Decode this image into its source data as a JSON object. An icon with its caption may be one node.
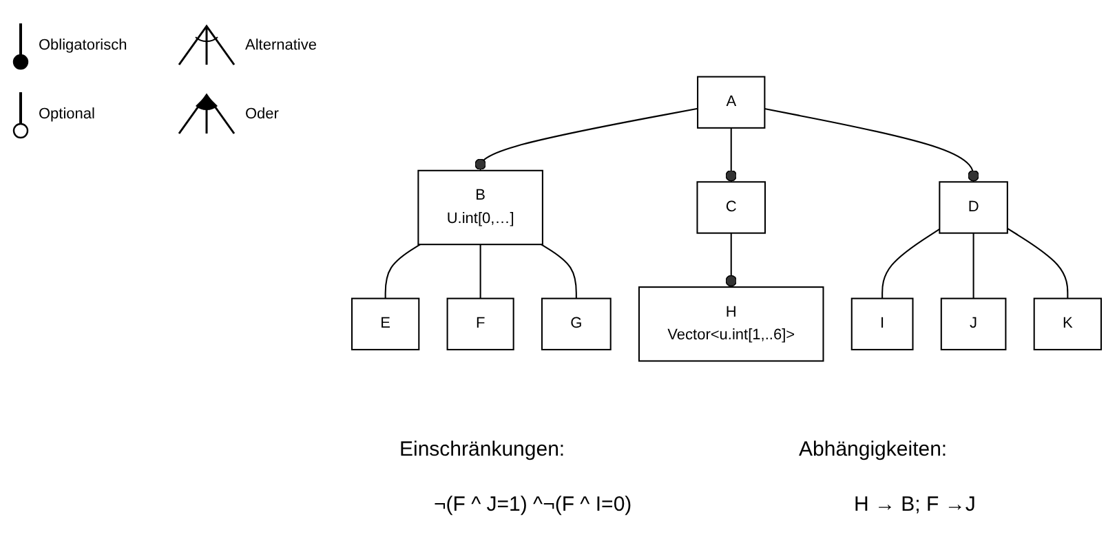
{
  "diagram": {
    "nodes": [
      {
        "text": [
          "A"
        ]
      },
      {
        "text": [
          "B",
          "U.int[0,…]"
        ]
      },
      {
        "text": [
          "C"
        ]
      },
      {
        "text": [
          "D"
        ]
      },
      {
        "text": [
          "E"
        ]
      },
      {
        "text": [
          "F"
        ]
      },
      {
        "text": [
          "G"
        ]
      },
      {
        "text": [
          "H",
          "Vector<u.int[1,..6]>"
        ]
      },
      {
        "text": [
          "I"
        ]
      },
      {
        "text": [
          "J"
        ]
      },
      {
        "text": [
          "K"
        ]
      }
    ],
    "edges": [
      {
        "from": 0,
        "to": 1,
        "arrow": "other"
      },
      {
        "from": 0,
        "to": 2,
        "arrow": "other"
      },
      {
        "from": 0,
        "to": 3,
        "arrow": "other"
      },
      {
        "from": 1,
        "to": 4,
        "arrow": "none"
      },
      {
        "from": 1,
        "to": 5,
        "arrow": "none"
      },
      {
        "from": 1,
        "to": 6,
        "arrow": "none"
      },
      {
        "from": 2,
        "to": 7,
        "arrow": "other"
      },
      {
        "from": 3,
        "to": 8,
        "arrow": "none"
      },
      {
        "from": 3,
        "to": 9,
        "arrow": "none"
      },
      {
        "from": 3,
        "to": 10,
        "arrow": "none"
      }
    ],
    "labels": [
      "Einschränkungen:",
      "¬(F ^ J=1) ^¬(F ^ I=0)",
      "Abhängigkeiten:",
      "H → B; F →J"
    ],
    "legend": [
      {
        "text": "Obligatorisch"
      },
      {
        "text": "Alternative"
      },
      {
        "text": "Optional"
      },
      {
        "text": "Oder"
      }
    ]
  }
}
